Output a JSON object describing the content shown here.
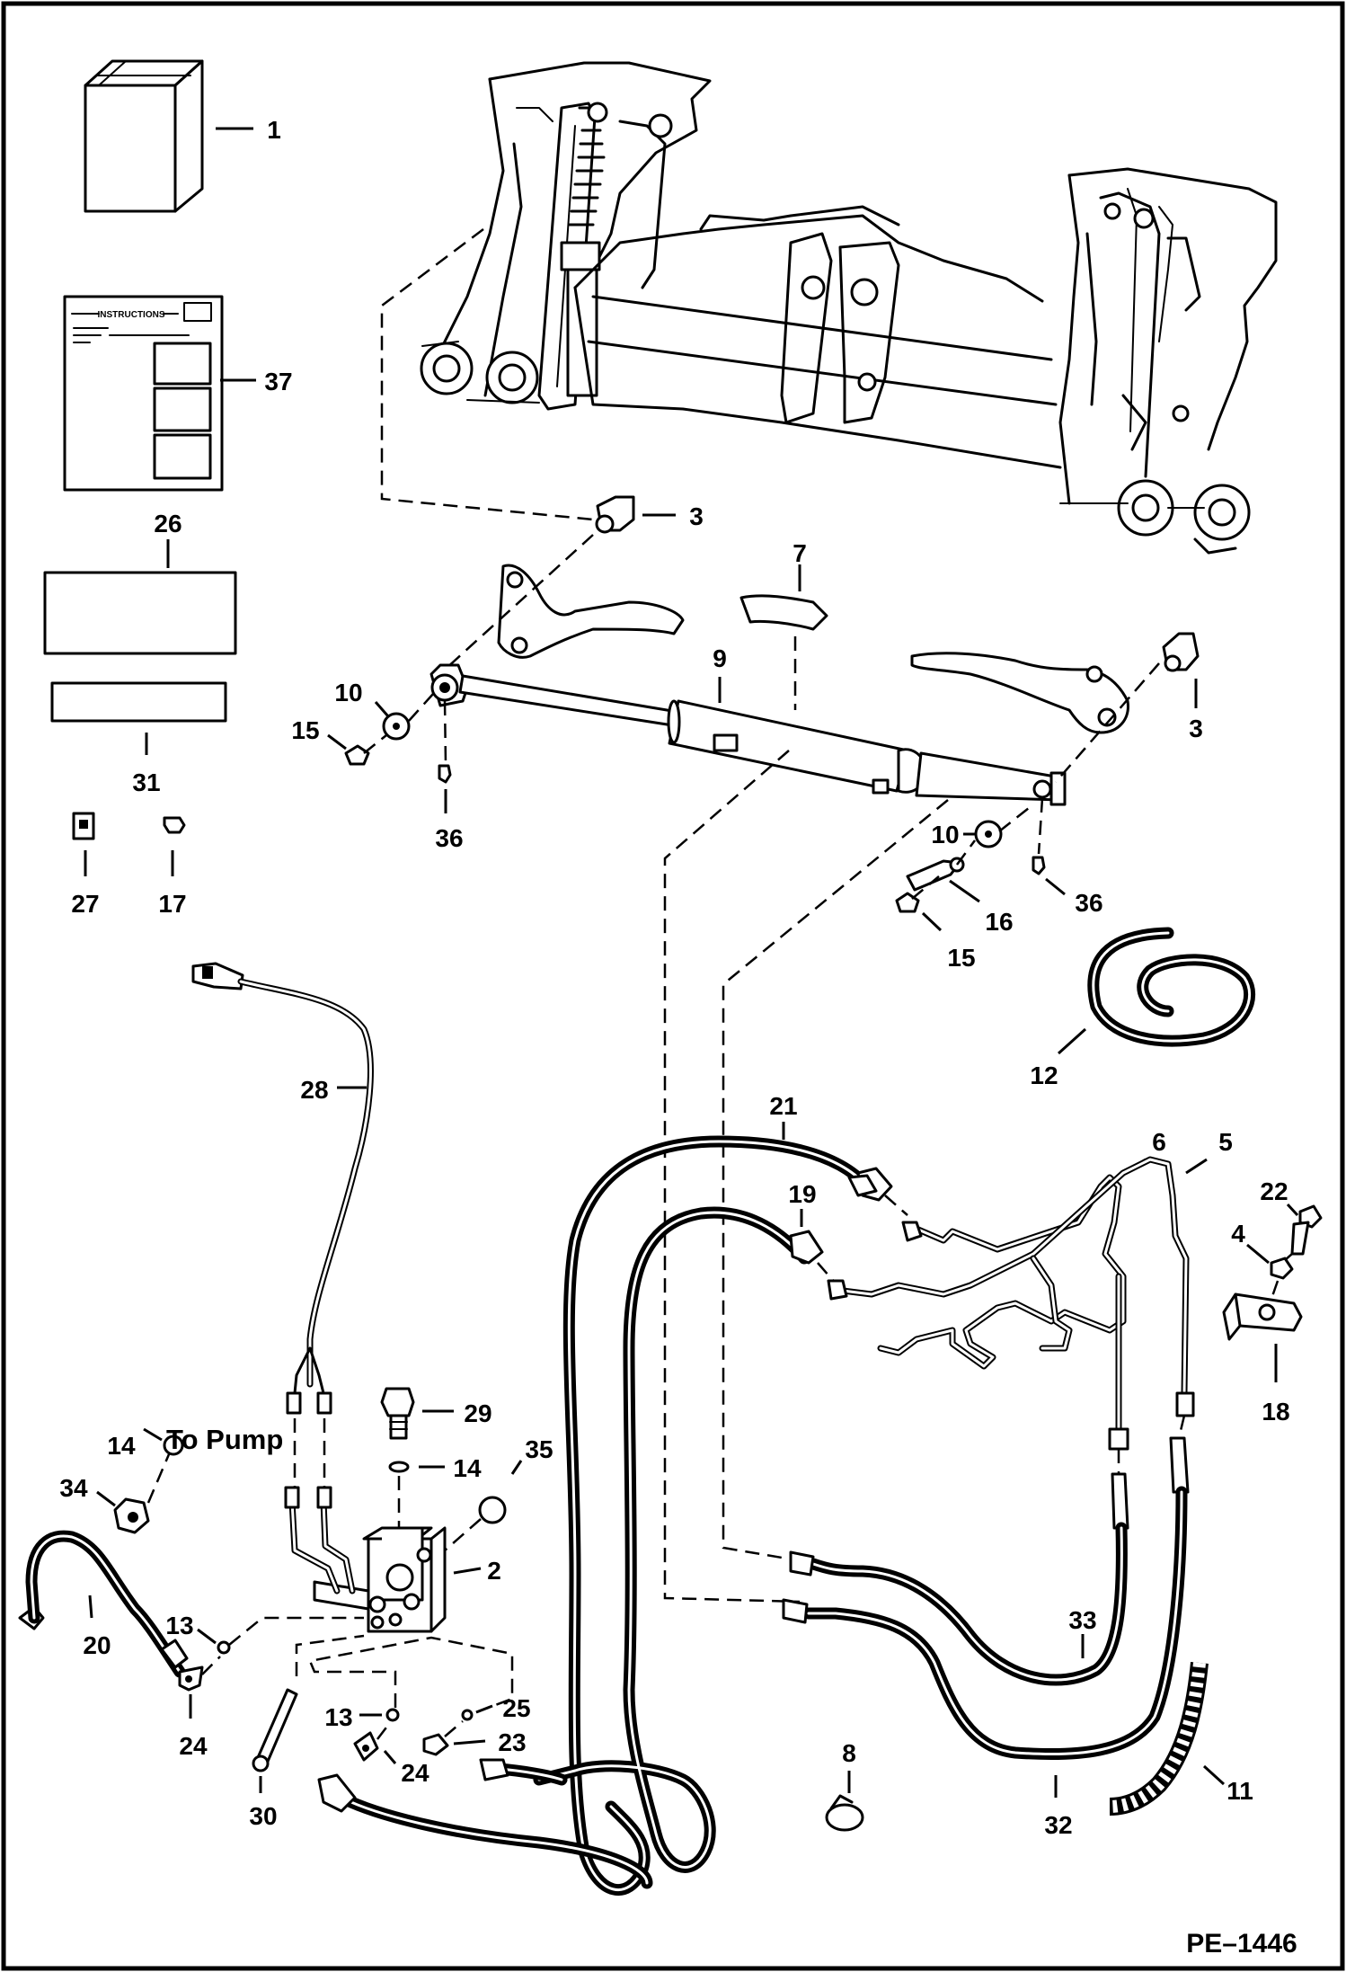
{
  "callouts": [
    {
      "id": "c1",
      "text": "1"
    },
    {
      "id": "c37",
      "text": "37"
    },
    {
      "id": "c26",
      "text": "26"
    },
    {
      "id": "c31",
      "text": "31"
    },
    {
      "id": "c27",
      "text": "27"
    },
    {
      "id": "c17",
      "text": "17"
    },
    {
      "id": "c3a",
      "text": "3"
    },
    {
      "id": "c3b",
      "text": "3"
    },
    {
      "id": "c7",
      "text": "7"
    },
    {
      "id": "c9",
      "text": "9"
    },
    {
      "id": "c10a",
      "text": "10"
    },
    {
      "id": "c10b",
      "text": "10"
    },
    {
      "id": "c15a",
      "text": "15"
    },
    {
      "id": "c15b",
      "text": "15"
    },
    {
      "id": "c36a",
      "text": "36"
    },
    {
      "id": "c36b",
      "text": "36"
    },
    {
      "id": "c16",
      "text": "16"
    },
    {
      "id": "c12",
      "text": "12"
    },
    {
      "id": "c28",
      "text": "28"
    },
    {
      "id": "c21",
      "text": "21"
    },
    {
      "id": "c19",
      "text": "19"
    },
    {
      "id": "c6",
      "text": "6"
    },
    {
      "id": "c5",
      "text": "5"
    },
    {
      "id": "c22",
      "text": "22"
    },
    {
      "id": "c4",
      "text": "4"
    },
    {
      "id": "c18",
      "text": "18"
    },
    {
      "id": "c29",
      "text": "29"
    },
    {
      "id": "c14a",
      "text": "14"
    },
    {
      "id": "c14b",
      "text": "14"
    },
    {
      "id": "c35",
      "text": "35"
    },
    {
      "id": "c34",
      "text": "34"
    },
    {
      "id": "c2",
      "text": "2"
    },
    {
      "id": "c20",
      "text": "20"
    },
    {
      "id": "c13a",
      "text": "13"
    },
    {
      "id": "c13b",
      "text": "13"
    },
    {
      "id": "c24a",
      "text": "24"
    },
    {
      "id": "c24b",
      "text": "24"
    },
    {
      "id": "c30",
      "text": "30"
    },
    {
      "id": "c25",
      "text": "25"
    },
    {
      "id": "c23",
      "text": "23"
    },
    {
      "id": "c8",
      "text": "8"
    },
    {
      "id": "c33",
      "text": "33"
    },
    {
      "id": "c32",
      "text": "32"
    },
    {
      "id": "c11",
      "text": "11"
    }
  ],
  "annotation_to_pump": "To Pump",
  "instructions_heading": "INSTRUCTIONS",
  "drawing_number": "PE–1446"
}
